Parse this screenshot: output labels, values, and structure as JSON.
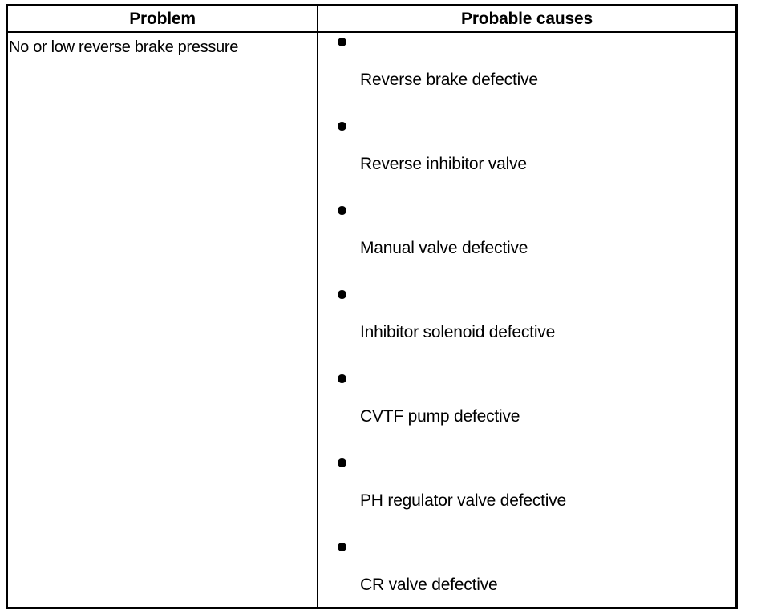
{
  "table": {
    "columns": [
      {
        "key": "problem",
        "header": "Problem"
      },
      {
        "key": "causes",
        "header": "Probable causes"
      }
    ],
    "rows": [
      {
        "problem": "No or low reverse brake pressure",
        "causes": [
          "Reverse brake defective",
          "Reverse inhibitor valve",
          "Manual valve defective",
          "Inhibitor solenoid defective",
          "CVTF pump defective",
          "PH regulator valve defective",
          "CR valve defective"
        ]
      }
    ]
  },
  "style": {
    "border_color": "#000000",
    "text_color": "#000000",
    "background": "#ffffff",
    "bullet_glyph": "filled-circle"
  }
}
